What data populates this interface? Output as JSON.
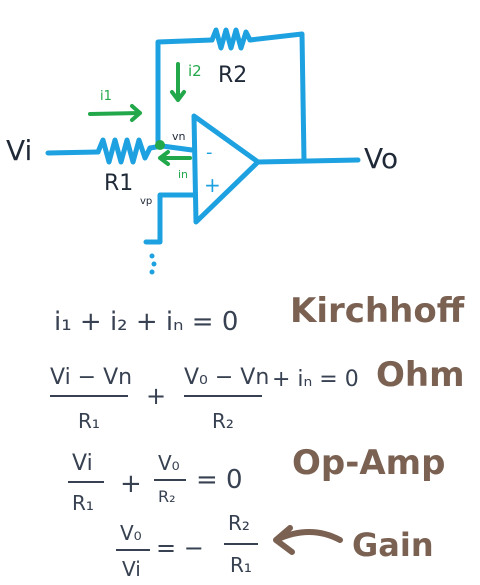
{
  "colors": {
    "wire": "#1da1e0",
    "current": "#22a84a",
    "ink": "#1f2937",
    "annotation": "#7a6152"
  },
  "circuit": {
    "input_label": "Vi",
    "output_label": "Vo",
    "r1_label": "R1",
    "r2_label": "R2",
    "i1_label": "i1",
    "i2_label": "i2",
    "in_label": "in",
    "vn_label": "vn",
    "vp_label": "vp",
    "minus_sign": "-",
    "plus_sign": "+",
    "ground_label": "?"
  },
  "equations": {
    "kirchhoff": {
      "expression": "i₁ + i₂ + iₙ = 0",
      "label": "Kirchhoff"
    },
    "ohm": {
      "term1_num": "Vi − Vn",
      "term1_den": "R₁",
      "plus": "+",
      "term2_num": "V₀ − Vn",
      "term2_den": "R₂",
      "tail": "+ iₙ = 0",
      "label": "Ohm"
    },
    "opamp": {
      "term1_num": "Vi",
      "term1_den": "R₁",
      "plus": "+",
      "term2_num": "V₀",
      "term2_den": "R₂",
      "tail": "= 0",
      "label": "Op-Amp"
    },
    "gain": {
      "lhs_num": "V₀",
      "lhs_den": "Vi",
      "equals": "= −",
      "rhs_num": "R₂",
      "rhs_den": "R₁",
      "label": "Gain"
    }
  }
}
